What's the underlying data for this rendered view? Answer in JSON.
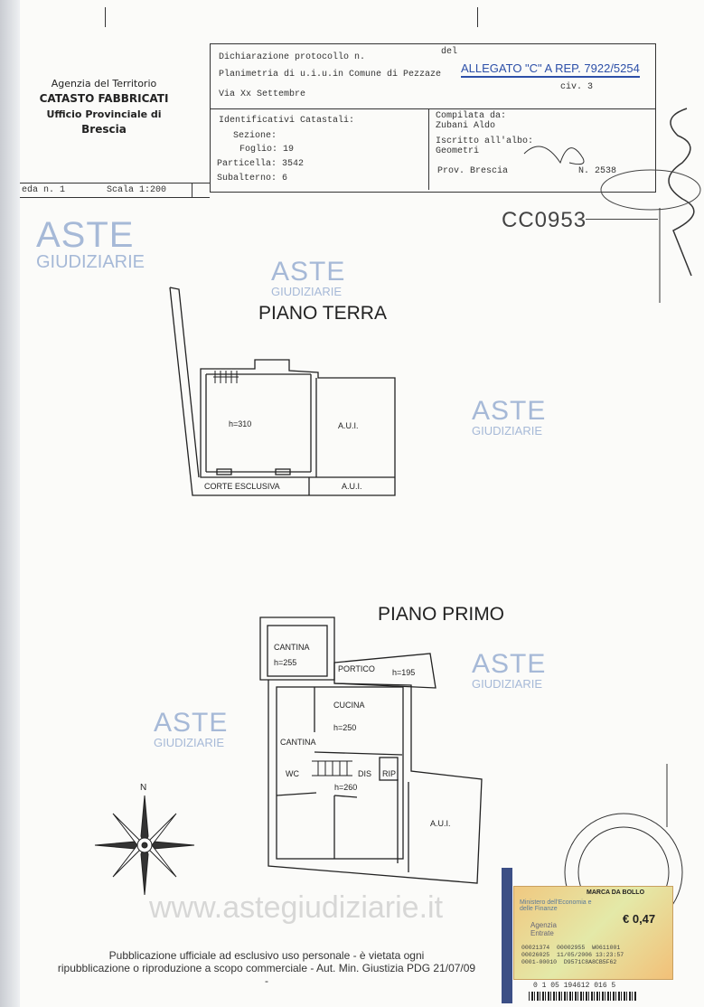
{
  "agency": {
    "line1": "Agenzia del Territorio",
    "line2": "CATASTO FABBRICATI",
    "line3": "Ufficio Provinciale di",
    "line4": "Brescia"
  },
  "header": {
    "scheda": "eda n. 1",
    "scala": "Scala 1:200",
    "dichiarazione": "Dichiarazione protocollo n.",
    "del": "del",
    "planimetria": "Planimetria di u.i.u.in Comune di Pezzaze",
    "via": "Via Xx Settembre",
    "civ": "civ. 3",
    "allegato": "ALLEGATO \"C\" A REP. 7922/5254",
    "identificativi": "Identificativi Catastali:",
    "sezione": "Sezione:",
    "foglio": "Foglio: 19",
    "particella": "Particella: 3542",
    "subalterno": "Subalterno: 6",
    "compilata": "Compilata da:",
    "compilatore": "Zubani Aldo",
    "iscritto": "Iscritto all'albo:",
    "albo": "Geometri",
    "prov": "Prov. Brescia",
    "numero": "N. 2538",
    "stamp_number": "CC0953"
  },
  "watermark": {
    "aste": "ASTE",
    "giudiziarie": "GIUDIZIARIE",
    "site": "www.astegiudiziarie.it"
  },
  "piano_terra": {
    "title": "PIANO TERRA",
    "rooms": [
      "h=310",
      "A.U.I.",
      "CORTE ESCLUSIVA",
      "A.U.I."
    ]
  },
  "piano_primo": {
    "title": "PIANO PRIMO",
    "rooms": [
      "CANTINA",
      "h=255",
      "PORTICO",
      "h=195",
      "CUCINA",
      "h=250",
      "CANTINA",
      "WC",
      "DIS",
      "RIP",
      "h=260",
      "A.U.I."
    ]
  },
  "compass": {
    "north": "N"
  },
  "revenue_stamp": {
    "title": "MARCA DA BOLLO",
    "ministry": "Ministero dell'Economia e delle Finanze",
    "agency": "Agenzia Entrate",
    "value": "€ 0,47",
    "codes": [
      "00021374",
      "00002955",
      "W0611001",
      "00026025",
      "11/05/2006 13:23:57",
      "0001-00010",
      "D9571C8A8CB5F62"
    ],
    "barcode": "0 1 05 194612 016 5"
  },
  "footer": {
    "line1": "Pubblicazione ufficiale ad esclusivo uso personale - è vietata ogni",
    "line2": "ripubblicazione o riproduzione a scopo commerciale - Aut. Min. Giustizia PDG 21/07/09",
    "line3": "-"
  },
  "colors": {
    "ink": "#222222",
    "watermark": "#8aa3cc",
    "allegato": "#2c4fa8",
    "stamp": "#e8c070"
  }
}
